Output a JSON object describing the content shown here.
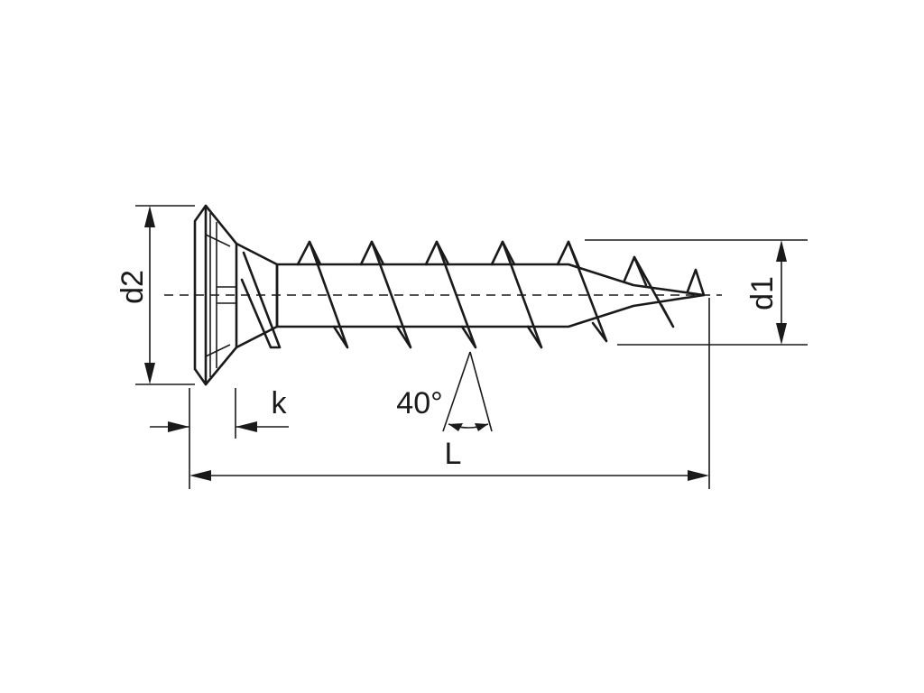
{
  "dimensions": {
    "head_diameter": "d2",
    "thread_diameter": "d1",
    "head_height": "k",
    "length": "L",
    "point_angle": "40°"
  },
  "colors": {
    "line": "#1a1a1a",
    "background": "#ffffff"
  }
}
